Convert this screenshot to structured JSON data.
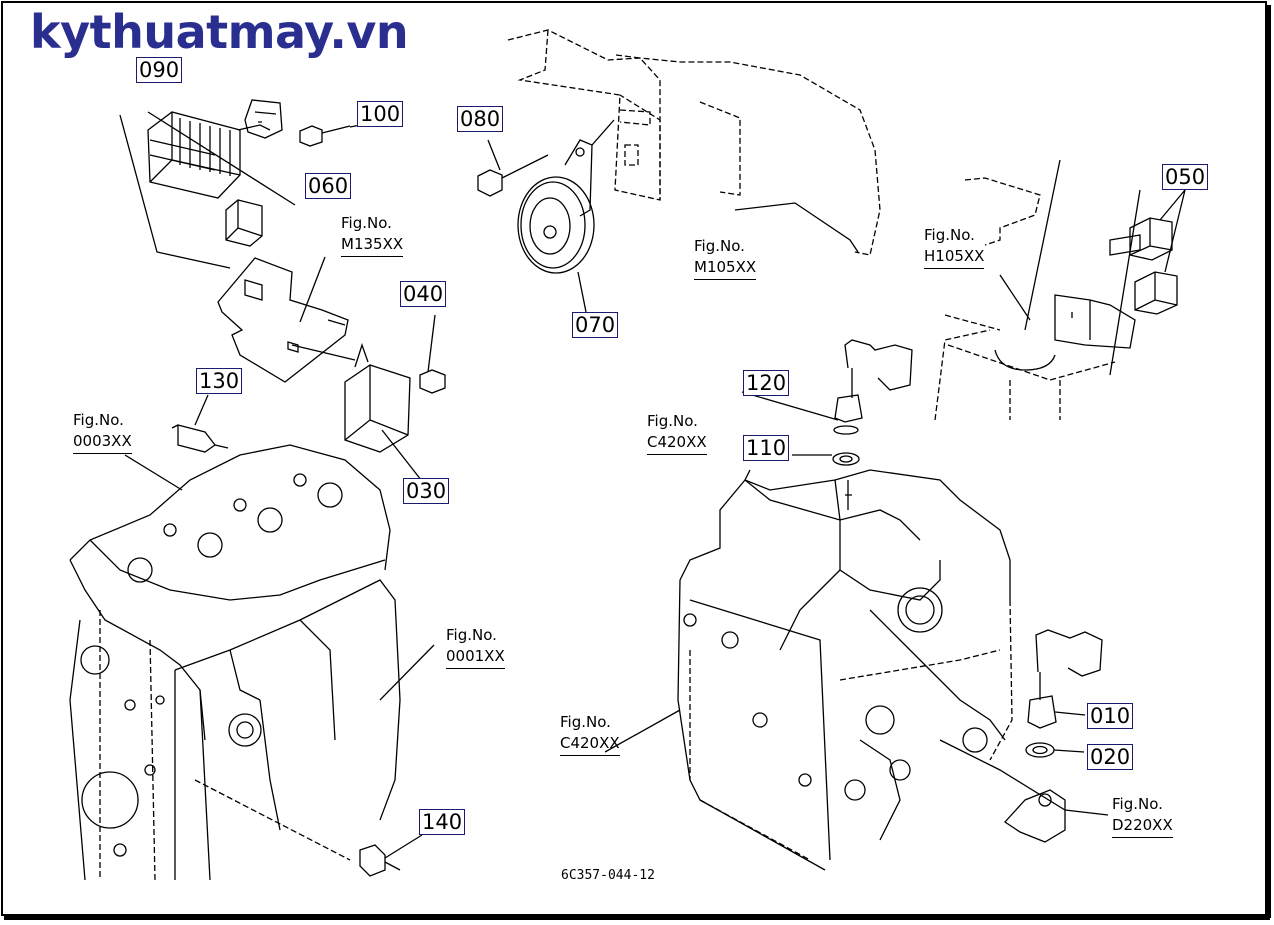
{
  "brand": {
    "text": "kythuatmay.vn",
    "color": "#2a2f8f"
  },
  "part_numbers": [
    "090",
    "100",
    "060",
    "080",
    "070",
    "050",
    "040",
    "130",
    "120",
    "110",
    "030",
    "140",
    "010",
    "020"
  ],
  "figure_refs": {
    "m135": {
      "label": "Fig.No.",
      "code": "M135XX"
    },
    "m105": {
      "label": "Fig.No.",
      "code": "M105XX"
    },
    "h105": {
      "label": "Fig.No.",
      "code": "H105XX"
    },
    "f0003": {
      "label": "Fig.No.",
      "code": "0003XX"
    },
    "c420_top": {
      "label": "Fig.No.",
      "code": "C420XX"
    },
    "f0001": {
      "label": "Fig.No.",
      "code": "0001XX"
    },
    "c420_bottom": {
      "label": "Fig.No.",
      "code": "C420XX"
    },
    "d220": {
      "label": "Fig.No.",
      "code": "D220XX"
    }
  },
  "drawing_code": "6C357-044-12"
}
